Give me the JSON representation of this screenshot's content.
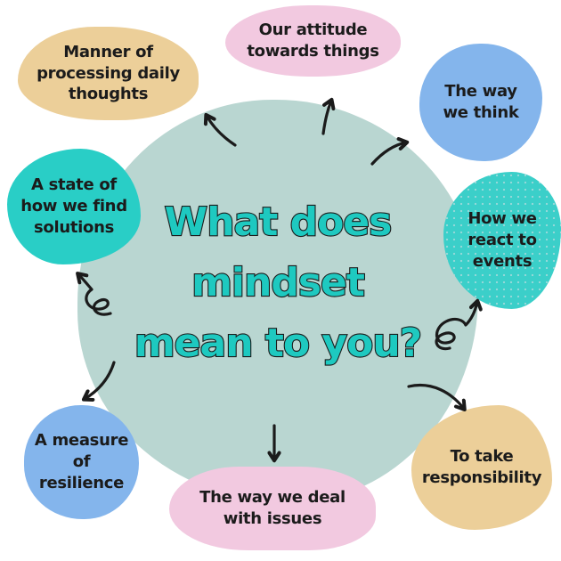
{
  "title": "What does mindset mean to you?",
  "background": "#ffffff",
  "center": {
    "lines": [
      "What does",
      "mindset",
      "mean to you?"
    ],
    "circle_color": "#b9d6d1",
    "text_fill_color": "#1ec9c0",
    "text_outline_color": "#1b1b1b"
  },
  "bubbles": [
    {
      "id": "manner",
      "label": "Manner of\nprocessing daily\nthoughts",
      "color": "#eccf99"
    },
    {
      "id": "attitude",
      "label": "Our attitude\ntowards things",
      "color": "#f2c9e0"
    },
    {
      "id": "think",
      "label": "The way\nwe think",
      "color": "#84b5ec"
    },
    {
      "id": "react",
      "label": "How we\nreact to\nevents",
      "color": "#3bcfc9"
    },
    {
      "id": "responsibility",
      "label": "To take\nresponsibility",
      "color": "#eccf99"
    },
    {
      "id": "deal",
      "label": "The way we deal\nwith issues",
      "color": "#f2c9e0"
    },
    {
      "id": "resilience",
      "label": "A measure\nof\nresilience",
      "color": "#84b5ec"
    },
    {
      "id": "solutions",
      "label": "A state of\nhow we find\nsolutions",
      "color": "#29cec6"
    }
  ],
  "arrows": {
    "color": "#1b1b1b",
    "style": "hand-drawn",
    "names": [
      "arrow-to-manner",
      "arrow-to-attitude",
      "arrow-to-think",
      "curly-arrow-to-react",
      "arrow-to-responsibility",
      "arrow-to-deal",
      "arrow-to-resilience",
      "curly-arrow-to-solutions"
    ]
  }
}
